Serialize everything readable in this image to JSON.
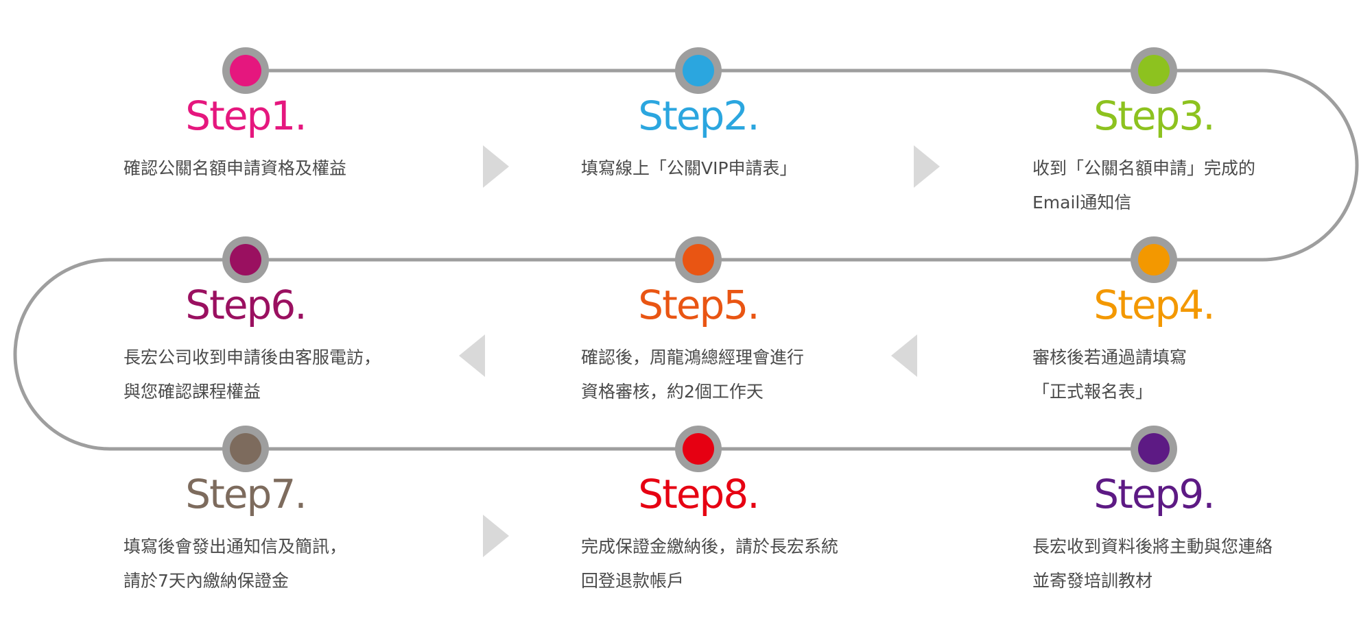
{
  "path_color": "#9e9e9e",
  "arrow_color": "#d9d9d9",
  "steps": [
    {
      "id": 1,
      "title": "Step1.",
      "color": "#e5177e",
      "desc": [
        "確認公關名額申請資格及權益"
      ]
    },
    {
      "id": 2,
      "title": "Step2.",
      "color": "#2ba6df",
      "desc": [
        "填寫線上「公關VIP申請表」"
      ]
    },
    {
      "id": 3,
      "title": "Step3.",
      "color": "#8dc21f",
      "desc": [
        "收到「公關名額申請」完成的",
        "Email通知信"
      ]
    },
    {
      "id": 4,
      "title": "Step4.",
      "color": "#f39800",
      "desc": [
        "審核後若通過請填寫",
        "「正式報名表」"
      ]
    },
    {
      "id": 5,
      "title": "Step5.",
      "color": "#e95513",
      "desc": [
        "確認後，周龍鴻總經理會進行",
        "資格審核，約2個工作天"
      ]
    },
    {
      "id": 6,
      "title": "Step6.",
      "color": "#9a1060",
      "desc": [
        "長宏公司收到申請後由客服電訪，",
        "與您確認課程權益"
      ]
    },
    {
      "id": 7,
      "title": "Step7.",
      "color": "#7d6b5d",
      "desc": [
        "填寫後會發出通知信及簡訊，",
        "請於7天內繳納保證金"
      ]
    },
    {
      "id": 8,
      "title": "Step8.",
      "color": "#e60012",
      "desc": [
        "完成保證金繳納後，請於長宏系統",
        "回登退款帳戶"
      ]
    },
    {
      "id": 9,
      "title": "Step9.",
      "color": "#5d1a84",
      "desc": [
        "長宏收到資料後將主動與您連絡",
        "並寄發培訓教材"
      ]
    }
  ],
  "arrows": [
    {
      "direction": "right",
      "between": "1-2"
    },
    {
      "direction": "right",
      "between": "2-3"
    },
    {
      "direction": "left",
      "between": "4-5"
    },
    {
      "direction": "left",
      "between": "5-6"
    },
    {
      "direction": "right",
      "between": "7-8"
    }
  ]
}
